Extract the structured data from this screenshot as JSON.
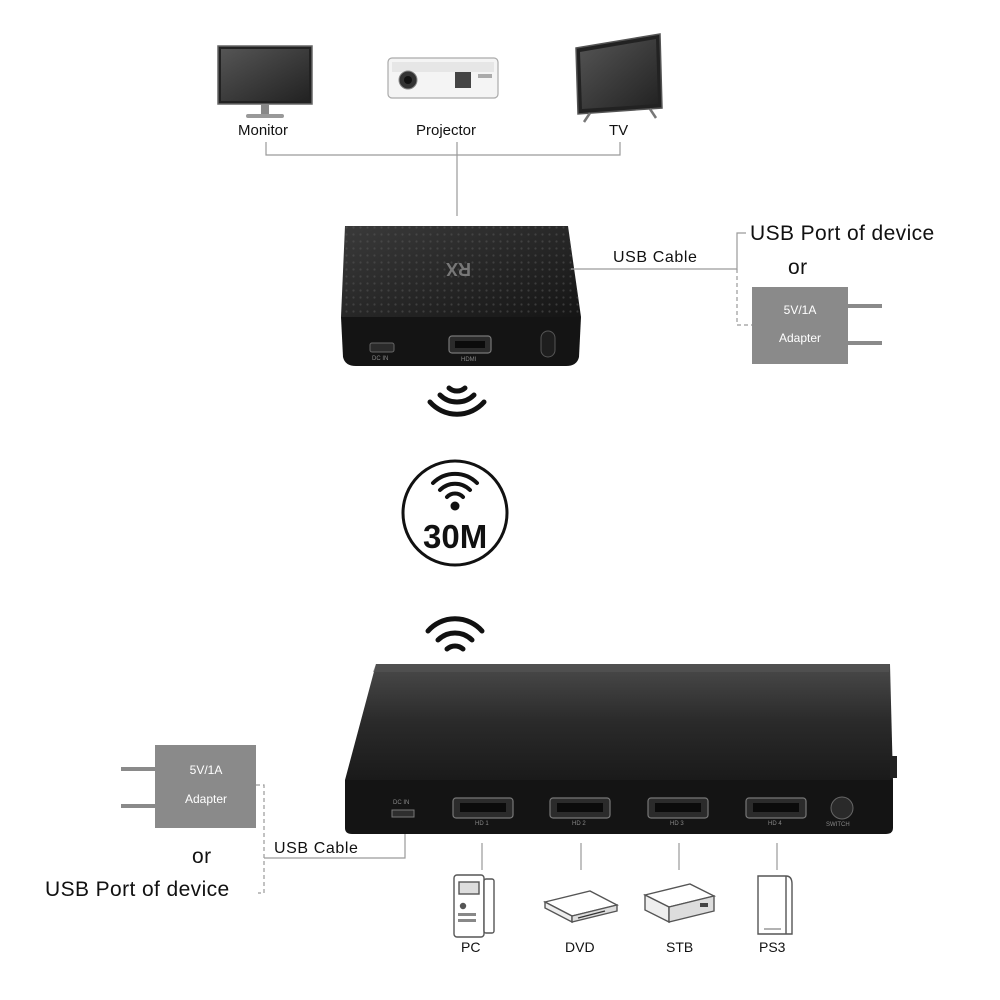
{
  "displays": [
    {
      "label": "Monitor",
      "icon": "monitor-icon"
    },
    {
      "label": "Projector",
      "icon": "projector-icon"
    },
    {
      "label": "TV",
      "icon": "tv-icon"
    }
  ],
  "receiver": {
    "top_text": "RX",
    "ports": {
      "power": "DC IN",
      "hdmi": "HDMI"
    }
  },
  "receiver_power": {
    "cable_label": "USB Cable",
    "usb_port_label": "USB Port of device",
    "or_label": "or",
    "adapter_line1": "5V/1A",
    "adapter_line2": "Adapter"
  },
  "range": {
    "label": "30M",
    "icon": "wifi-icon"
  },
  "transmitter": {
    "ports": {
      "dc_in": "DC IN",
      "hd1": "HD 1",
      "hd2": "HD 2",
      "hd3": "HD 3",
      "hd4": "HD 4",
      "switch": "SWITCH"
    }
  },
  "transmitter_power": {
    "cable_label": "USB Cable",
    "usb_port_label": "USB Port of device",
    "or_label": "or",
    "adapter_line1": "5V/1A",
    "adapter_line2": "Adapter"
  },
  "sources": [
    {
      "label": "PC",
      "icon": "pc-tower-icon"
    },
    {
      "label": "DVD",
      "icon": "dvd-player-icon"
    },
    {
      "label": "STB",
      "icon": "set-top-box-icon"
    },
    {
      "label": "PS3",
      "icon": "game-console-icon"
    }
  ],
  "colors": {
    "device_body": "#1b1b1b",
    "adapter_fill": "#8a8a8a",
    "line": "#9a9a9a"
  }
}
